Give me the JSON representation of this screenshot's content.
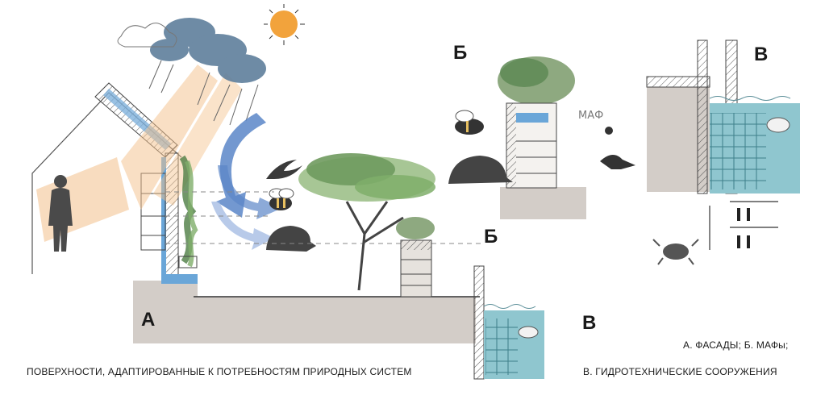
{
  "labels": {
    "a_section": "А",
    "b_top": "Б",
    "b_right": "Б",
    "v_top": "В",
    "v_bottom": "В",
    "maf_note": "МАФ"
  },
  "captions": {
    "main": "ПОВЕРХНОСТИ,  АДАПТИРОВАННЫЕ  К ПОТРЕБНОСТЯМ ПРИРОДНЫХ СИСТЕМ",
    "legend_line1": "А. ФАСАДЫ; Б. МАФы;",
    "legend_line2": "В.  ГИДРОТЕХНИЧЕСКИЕ СООРУЖЕНИЯ"
  },
  "colors": {
    "ground": "#d3cdc8",
    "water": "#8fc6cf",
    "sun": "#f2a33c",
    "cloud": "#5f7f9c",
    "arrow_blue": "#5b86c8",
    "sun_ray": "#f3c08a",
    "greenery": "#6f9a5e",
    "silhouette": "#4a4a4a"
  }
}
